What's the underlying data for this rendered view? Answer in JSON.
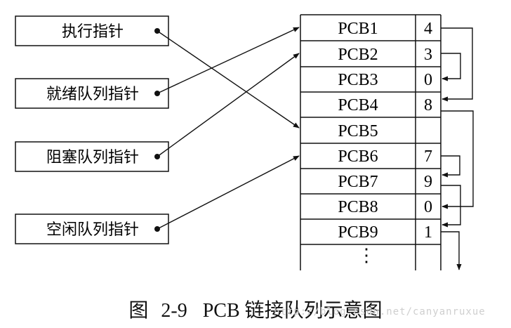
{
  "pointers": [
    {
      "label": "执行指针",
      "target": "PCB5"
    },
    {
      "label": "就绪队列指针",
      "target": "PCB1"
    },
    {
      "label": "阻塞队列指针",
      "target": "PCB2"
    },
    {
      "label": "空闲队列指针",
      "target": "PCB6"
    }
  ],
  "pcb_table": [
    {
      "name": "PCB1",
      "next": "4"
    },
    {
      "name": "PCB2",
      "next": "3"
    },
    {
      "name": "PCB3",
      "next": "0"
    },
    {
      "name": "PCB4",
      "next": "8"
    },
    {
      "name": "PCB5",
      "next": ""
    },
    {
      "name": "PCB6",
      "next": "7"
    },
    {
      "name": "PCB7",
      "next": "9"
    },
    {
      "name": "PCB8",
      "next": "0"
    },
    {
      "name": "PCB9",
      "next": "1"
    }
  ],
  "ellipsis": "⋮",
  "caption": {
    "figure_word": "图",
    "figure_number": "2-9",
    "title": "PCB 链接队列示意图"
  },
  "watermark": "http://blog.csdn.net/canyanruxue"
}
